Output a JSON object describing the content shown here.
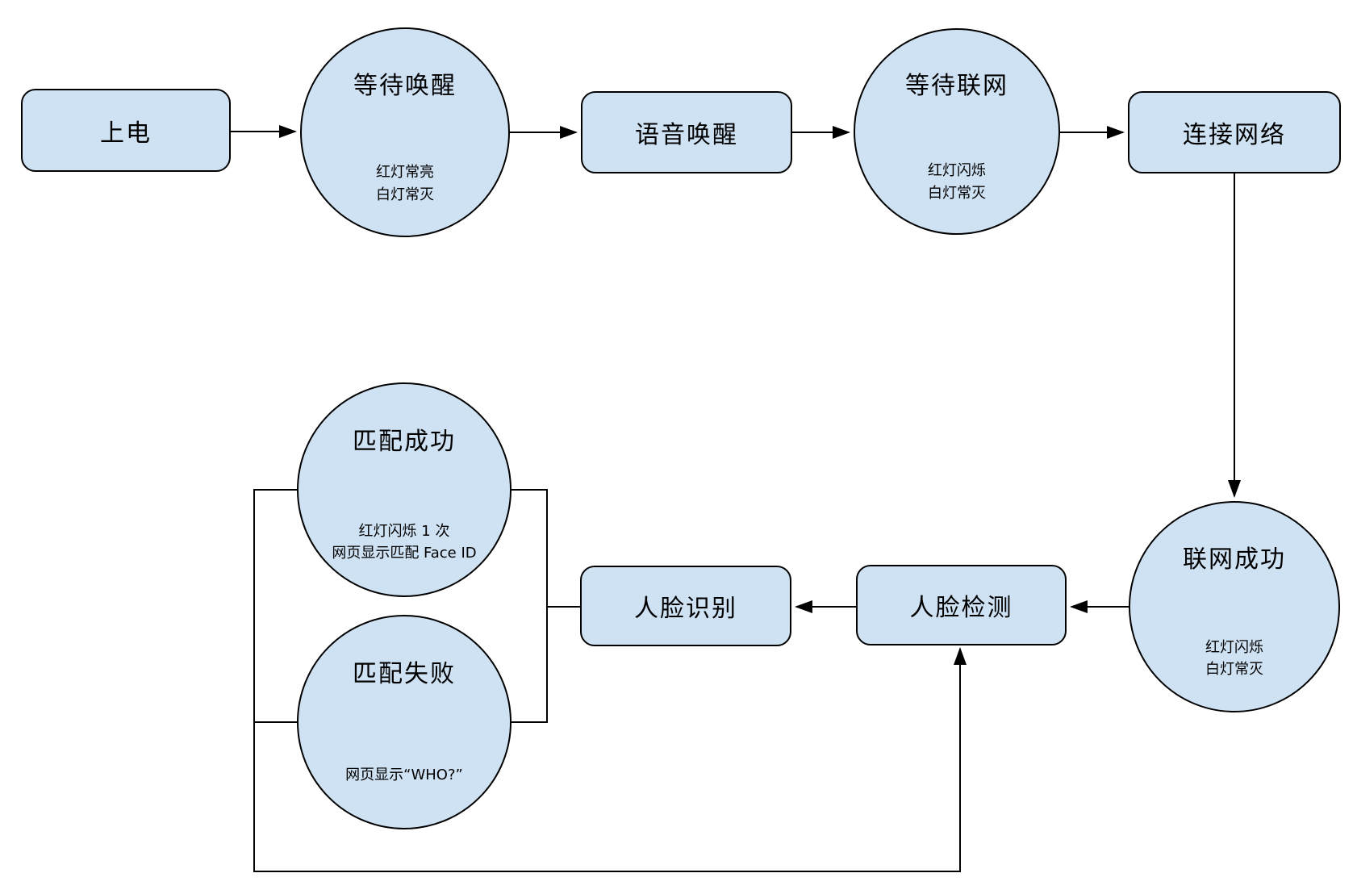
{
  "diagram": {
    "type": "flowchart",
    "language": "zh-CN",
    "nodes": {
      "power_on": {
        "shape": "rect",
        "label": "上电"
      },
      "wait_wake": {
        "shape": "circle",
        "label": "等待唤醒",
        "note": "红灯常亮\n白灯常灭"
      },
      "voice_wake": {
        "shape": "rect",
        "label": "语音唤醒"
      },
      "wait_network": {
        "shape": "circle",
        "label": "等待联网",
        "note": "红灯闪烁\n白灯常灭"
      },
      "connect_network": {
        "shape": "rect",
        "label": "连接网络"
      },
      "network_success": {
        "shape": "circle",
        "label": "联网成功",
        "note": "红灯闪烁\n白灯常灭"
      },
      "face_detect": {
        "shape": "rect",
        "label": "人脸检测"
      },
      "face_recognize": {
        "shape": "rect",
        "label": "人脸识别"
      },
      "match_success": {
        "shape": "circle",
        "label": "匹配成功",
        "note": "红灯闪烁 1 次\n网页显示匹配 Face ID"
      },
      "match_fail": {
        "shape": "circle",
        "label": "匹配失败",
        "note": "网页显示“WHO?”"
      }
    },
    "edges": [
      {
        "from": "power_on",
        "to": "wait_wake",
        "arrow": true
      },
      {
        "from": "wait_wake",
        "to": "voice_wake",
        "arrow": true
      },
      {
        "from": "voice_wake",
        "to": "wait_network",
        "arrow": true
      },
      {
        "from": "wait_network",
        "to": "connect_network",
        "arrow": true
      },
      {
        "from": "connect_network",
        "to": "network_success",
        "arrow": true
      },
      {
        "from": "network_success",
        "to": "face_detect",
        "arrow": true
      },
      {
        "from": "face_detect",
        "to": "face_recognize",
        "arrow": true
      },
      {
        "from": "face_recognize",
        "to": "match_success",
        "arrow": false
      },
      {
        "from": "face_recognize",
        "to": "match_fail",
        "arrow": false
      },
      {
        "from": "match_success",
        "to": "face_detect",
        "arrow": true
      },
      {
        "from": "match_fail",
        "to": "face_detect",
        "arrow": true
      }
    ],
    "colors": {
      "node_fill": "#cfe2f3",
      "node_stroke": "#000000",
      "connector": "#000000",
      "background": "#ffffff"
    }
  }
}
